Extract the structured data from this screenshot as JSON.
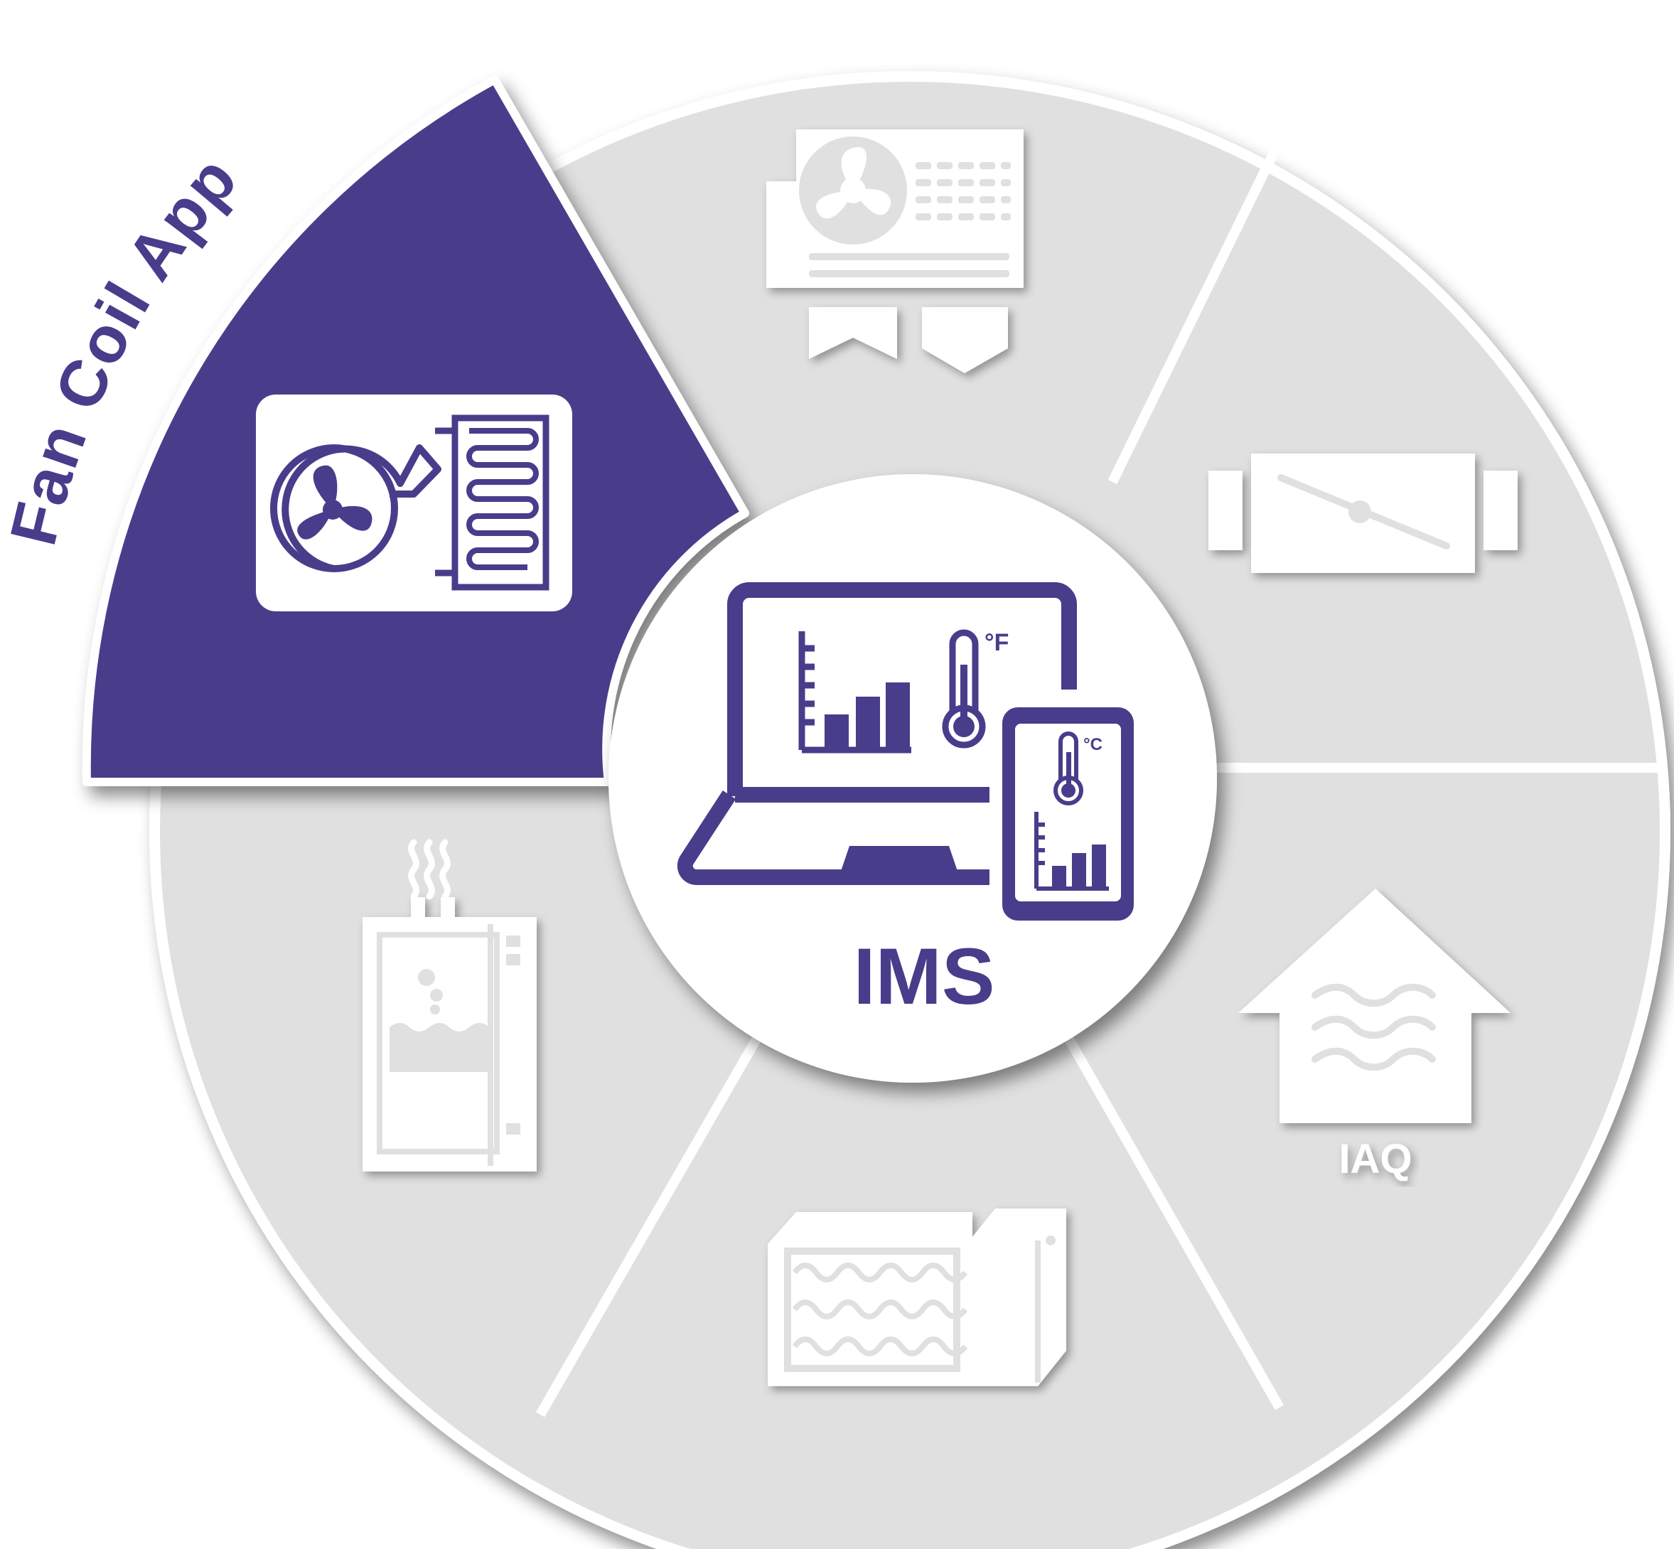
{
  "center": {
    "label": "IMS",
    "units": {
      "fahrenheit": "°F",
      "celsius": "°C"
    }
  },
  "active_segment": {
    "label": "Fan Coil App",
    "icon": "fan-coil-icon"
  },
  "segments": [
    {
      "id": "fan-coil",
      "icon": "fan-coil-icon",
      "label": "",
      "active": true
    },
    {
      "id": "rooftop-unit",
      "icon": "rooftop-unit-icon",
      "label": "",
      "active": false
    },
    {
      "id": "damper",
      "icon": "damper-icon",
      "label": "",
      "active": false
    },
    {
      "id": "iaq",
      "icon": "house-air-quality-icon",
      "label": "IAQ",
      "active": false
    },
    {
      "id": "air-handler",
      "icon": "air-handler-icon",
      "label": "",
      "active": false
    },
    {
      "id": "boiler",
      "icon": "boiler-icon",
      "label": "",
      "active": false
    }
  ],
  "colors": {
    "accent": "#483d8b",
    "segment": "#e0e0e0",
    "icon": "#ffffff",
    "divider": "#ffffff"
  }
}
